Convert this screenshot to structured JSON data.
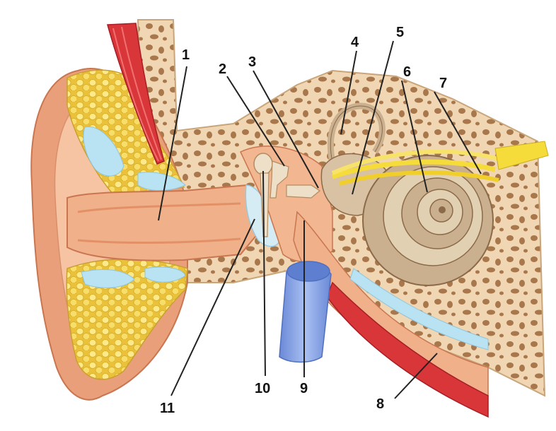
{
  "diagram": {
    "labels": [
      {
        "id": "1",
        "text": "1"
      },
      {
        "id": "2",
        "text": "2"
      },
      {
        "id": "3",
        "text": "3"
      },
      {
        "id": "4",
        "text": "4"
      },
      {
        "id": "5",
        "text": "5"
      },
      {
        "id": "6",
        "text": "6"
      },
      {
        "id": "7",
        "text": "7"
      },
      {
        "id": "8",
        "text": "8"
      },
      {
        "id": "9",
        "text": "9"
      },
      {
        "id": "10",
        "text": "10"
      },
      {
        "id": "11",
        "text": "11"
      }
    ]
  },
  "colors": {
    "skin_outer": "#e9a07a",
    "skin_inner": "#f6c3a3",
    "canal": "#efb08a",
    "fat": "#f4d44a",
    "fat_light": "#fbe98a",
    "bone": "#f1d6b3",
    "bone_pore": "#a9774c",
    "muscle": "#d9363a",
    "cochlea": "#cbb08f",
    "nerve": "#f5dc3b",
    "tube": "#7f9fe6",
    "fluid": "#b9e2f2",
    "label_text": "#111111"
  }
}
